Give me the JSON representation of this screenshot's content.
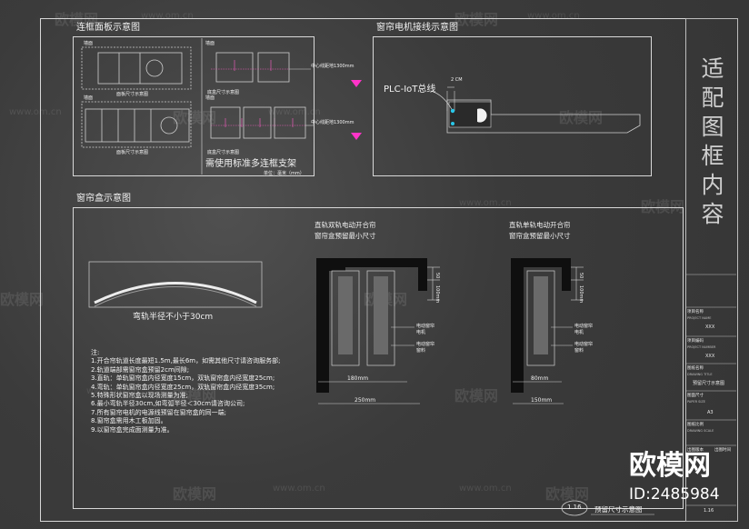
{
  "watermark": {
    "text": "欧模网",
    "url": "www.om.cn"
  },
  "panels": {
    "multi_frame": {
      "title": "连框面板示意图",
      "wall_label": "墙面",
      "panel_size_label": "面板尺寸示意图",
      "box_size_label": "底盒尺寸示意图",
      "center_height": "中心线距地1300mm",
      "note": "需使用标准多连框支架",
      "unit": "单位：毫米（mm）"
    },
    "wiring": {
      "title": "窗帘电机接线示意图",
      "bus_label": "PLC-IoT总线",
      "dimension": "2 CM"
    },
    "curtain_box": {
      "title": "窗帘盒示意图",
      "rail_label": "弯轨半径不小于30cm",
      "double_title": "直轨双轨电动开合帘",
      "single_title": "直轨单轨电动开合帘",
      "min_size_title": "窗帘盒预留最小尺寸",
      "motor_label": "电动窗帘",
      "motor_sub": "电机",
      "fabric_label": "电动窗帘",
      "fabric_sub": "窗料",
      "dims": {
        "double_inner": "180mm",
        "double_outer": "250mm",
        "single_inner": "80mm",
        "single_outer": "150mm",
        "top": "50",
        "height": "100mm"
      }
    }
  },
  "notes": {
    "heading": "注:",
    "items": [
      "1.开合帘轨道长度最短1.5m,最长6m，如需其他尺寸请咨询服务部;",
      "2.轨道端部需窗帘盒预留2cm间隙;",
      "3.直轨：单轨窗帘盒内径宽度15cm，双轨窗帘盒内径宽度25cm;",
      "4.弯轨：单轨窗帘盒内径宽度25cm，双轨窗帘盒内径宽度35cm;",
      "5.特殊形状窗帘盒以现场测量为准;",
      "6.最小弯轨半径30cm,如弯弧半径＜30cm请咨询公司;",
      "7.所有窗帘电机的电源线预留在窗帘盒的同一端;",
      "8.窗帘盒需用木工板加固。",
      "9.以窗帘盒完成面测量为准。"
    ]
  },
  "footer": {
    "sheet_number": "1.16",
    "sheet_title": "预留尺寸示意图"
  },
  "title_block": {
    "placeholder": "适配图框内容",
    "project_name": {
      "label": "项目名称",
      "sub": "PROJECT NAME",
      "value": "XXX"
    },
    "project_number": {
      "label": "项目编码",
      "sub": "PROJECT NUMBER",
      "value": "XXX"
    },
    "drawing_name": {
      "label": "图纸名称",
      "sub": "DRAWING TITLE",
      "value": "预留尺寸示意图"
    },
    "paper_size": {
      "label": "图面尺寸",
      "sub": "PAPER SIZE",
      "value": "A3"
    },
    "scale": {
      "label": "图纸比例",
      "sub": "DRAWING SCALE"
    },
    "version": {
      "label": "出图版本"
    },
    "date": {
      "label": "出图时间"
    }
  },
  "brand": {
    "name": "欧模网",
    "id": "ID:2485984"
  },
  "colors": {
    "background": "#3f3f3f",
    "accent_pink": "#ff34c8",
    "cyan_point": "#29c7e8",
    "box_fill": "#0f0f0f"
  }
}
